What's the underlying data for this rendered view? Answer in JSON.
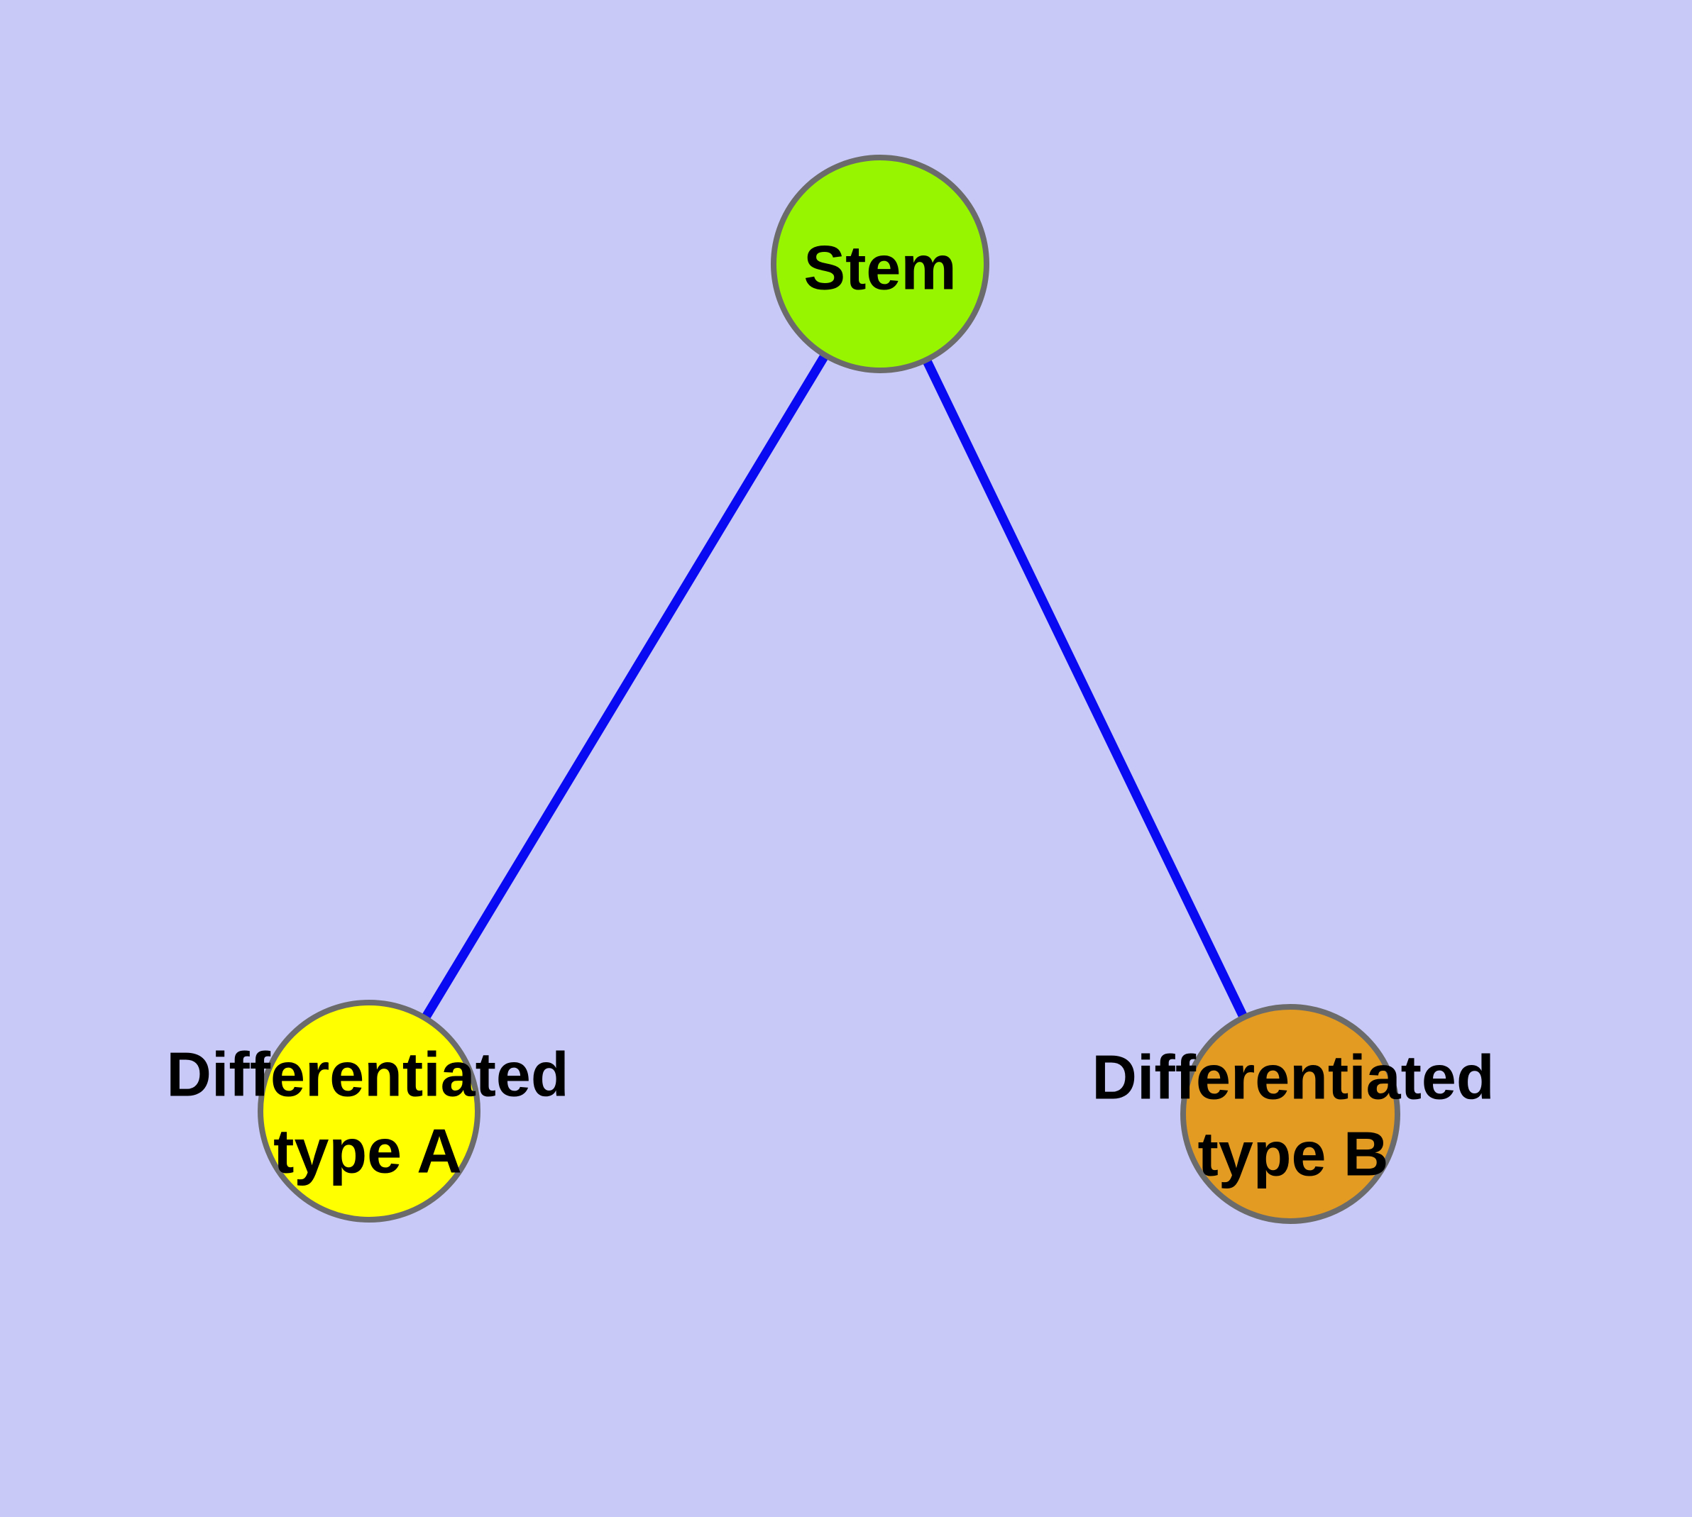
{
  "diagram": {
    "description": "Cell differentiation lineage diagram: a stem node branches into two differentiated cell types",
    "nodes": {
      "stem": {
        "label": "Stem",
        "fill": "#98F500"
      },
      "type_a": {
        "label_line1": "Differentiated",
        "label_line2": "type A",
        "fill": "#FFFF00"
      },
      "type_b": {
        "label_line1": "Differentiated",
        "label_line2": "type B",
        "fill": "#E39B22"
      }
    },
    "edges": [
      {
        "from": "Stem",
        "to": "Differentiated type A"
      },
      {
        "from": "Stem",
        "to": "Differentiated type B"
      }
    ],
    "colors": {
      "background": "#C9C9F8",
      "edge": "#0A0AF2",
      "node_border": "#6B6B6B",
      "label_text": "#000000"
    }
  }
}
